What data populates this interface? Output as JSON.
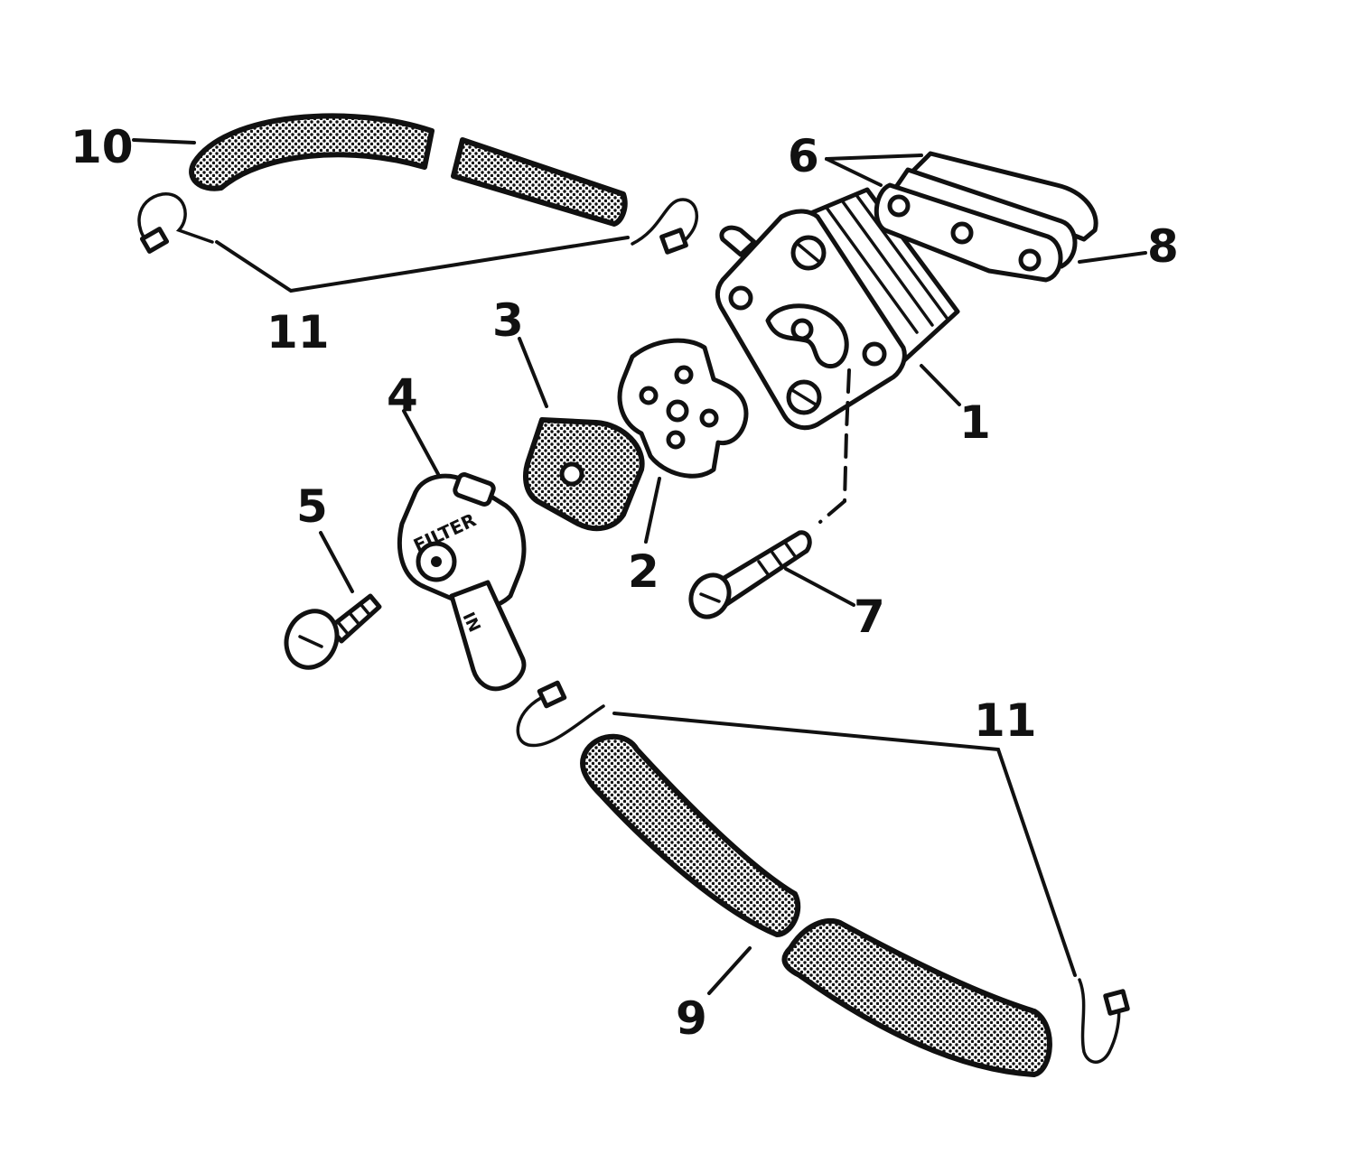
{
  "diagram": {
    "type": "exploded-parts-view",
    "colors": {
      "ink": "#111111",
      "paper": "#ffffff"
    },
    "callouts": [
      {
        "id": "c1",
        "text": "1"
      },
      {
        "id": "c2",
        "text": "2"
      },
      {
        "id": "c3",
        "text": "3"
      },
      {
        "id": "c4",
        "text": "4"
      },
      {
        "id": "c5",
        "text": "5"
      },
      {
        "id": "c6",
        "text": "6"
      },
      {
        "id": "c7",
        "text": "7"
      },
      {
        "id": "c8",
        "text": "8"
      },
      {
        "id": "c9",
        "text": "9"
      },
      {
        "id": "c10",
        "text": "10"
      },
      {
        "id": "c11a",
        "text": "11"
      },
      {
        "id": "c11b",
        "text": "11"
      }
    ],
    "filter_cap_text": "FILTER",
    "filter_cap_arrow_text": "IN"
  }
}
